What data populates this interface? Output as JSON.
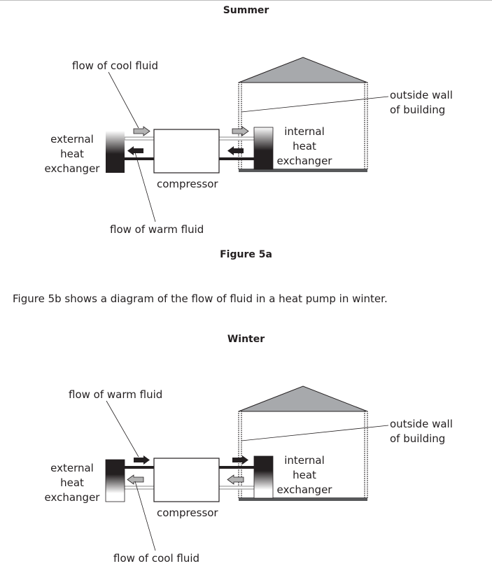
{
  "figure_a": {
    "season_title": "Summer",
    "caption": "Figure 5a",
    "labels": {
      "top_flow": "flow of cool fluid",
      "bottom_flow": "flow of warm fluid",
      "external_1": "external",
      "external_2": "heat",
      "external_3": "exchanger",
      "compressor": "compressor",
      "internal_1": "internal",
      "internal_2": "heat",
      "internal_3": "exchanger",
      "wall_1": "outside wall",
      "wall_2": "of building"
    }
  },
  "paragraph": "Figure 5b shows a diagram of the flow of fluid in a heat pump in winter.",
  "figure_b": {
    "season_title": "Winter",
    "labels": {
      "top_flow": "flow of warm fluid",
      "bottom_flow": "flow of cool fluid",
      "external_1": "external",
      "external_2": "heat",
      "external_3": "exchanger",
      "compressor": "compressor",
      "internal_1": "internal",
      "internal_2": "heat",
      "internal_3": "exchanger",
      "wall_1": "outside wall",
      "wall_2": "of building"
    }
  },
  "colors": {
    "warm": "#231f20",
    "cool": "#b3b3b3",
    "roof": "#a7a9ac",
    "floor": "#58595b"
  }
}
